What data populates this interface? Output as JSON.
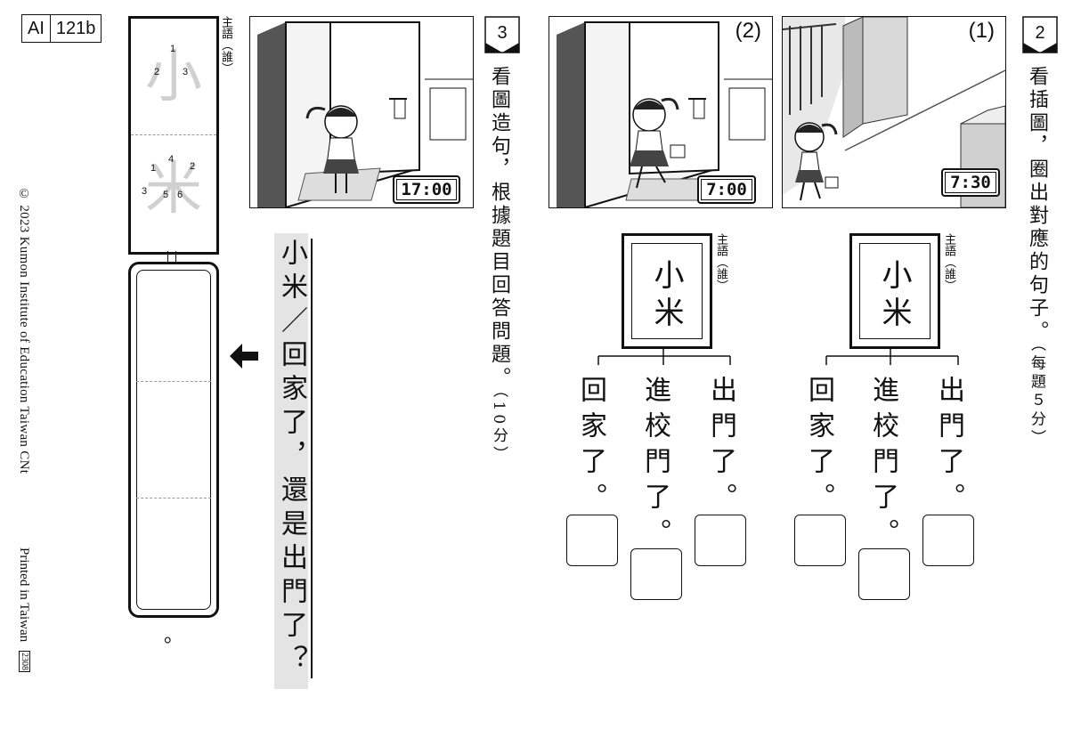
{
  "code": {
    "level": "AI",
    "page": "121b"
  },
  "footer": {
    "copyright": "© 2023 Kumon Institute of Education Taiwan CNt",
    "printed": "Printed in Taiwan",
    "issue": "2308"
  },
  "q2": {
    "number": "2",
    "instruction": "看插圖，圈出對應的句子。",
    "points": "（每題５分）",
    "picture_1": {
      "label": "(1)",
      "clock": "7:30"
    },
    "picture_2": {
      "label": "(2)",
      "clock": "7:00"
    },
    "subject": {
      "word": "小米",
      "label": "主語（誰）"
    },
    "sentences": [
      "出門了。",
      "進校門了。",
      "回家了。"
    ]
  },
  "q3": {
    "number": "3",
    "instruction": "看圖造句，根據題目回答問題。",
    "points": "（10分）",
    "picture": {
      "clock": "17:00"
    },
    "subject_label": "主語（誰）",
    "model": "小米／回家了，還是出門了？",
    "trace": {
      "char_1": "小",
      "char_2": "米",
      "strokes_1": [
        "1",
        "2",
        "3"
      ],
      "strokes_2": [
        "1",
        "2",
        "3",
        "4",
        "5",
        "6"
      ]
    },
    "ending": "。"
  },
  "colors": {
    "model_bg": "#e4e4e4",
    "trace_grey": "#d0d0d0"
  }
}
